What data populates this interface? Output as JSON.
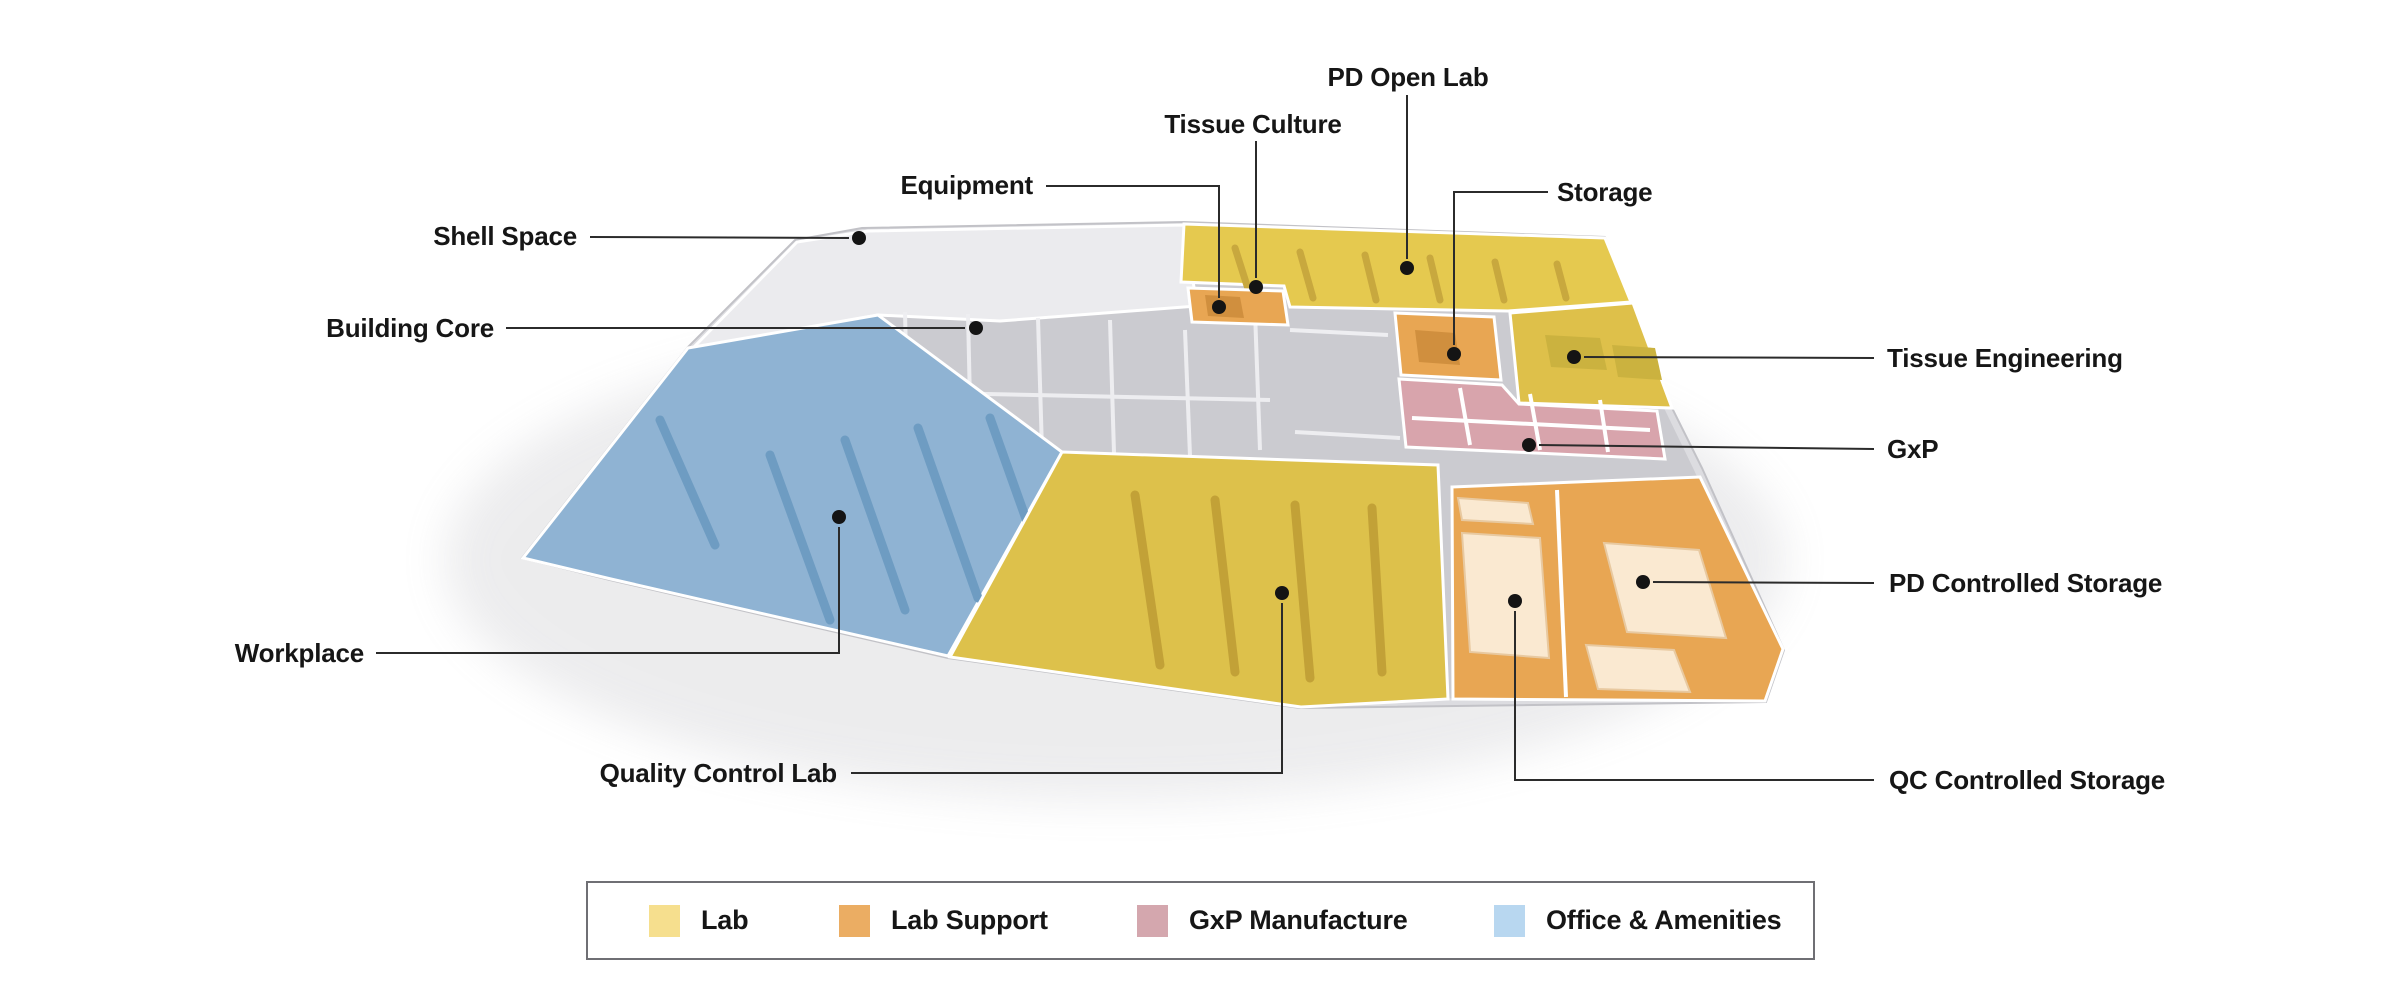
{
  "figure": {
    "type": "isometric lab floor plan diagram",
    "background": "#FFFFFF"
  },
  "labels": {
    "shell_space": {
      "text": "Shell Space"
    },
    "building_core": {
      "text": "Building Core"
    },
    "equipment": {
      "text": "Equipment"
    },
    "tissue_culture": {
      "text": "Tissue Culture"
    },
    "pd_open_lab": {
      "text": "PD Open Lab"
    },
    "storage": {
      "text": "Storage"
    },
    "tissue_engineering": {
      "text": "Tissue Engineering"
    },
    "gxp": {
      "text": "GxP"
    },
    "pd_controlled_storage": {
      "text": "PD Controlled Storage"
    },
    "qc_controlled_storage": {
      "text": "QC Controlled Storage"
    },
    "workplace": {
      "text": "Workplace"
    },
    "quality_control_lab": {
      "text": "Quality Control Lab"
    }
  },
  "zones": {
    "deck": {
      "name": "building slab",
      "color": "#DCDCE0"
    },
    "floor": {
      "name": "interior floor",
      "color": "#CBCBD0"
    },
    "shell_space": {
      "name": "Shell Space",
      "color": "#EBEBEE"
    },
    "pd_open_lab": {
      "name": "PD Open Lab",
      "color": "#E5C94F"
    },
    "equipment": {
      "name": "Equipment",
      "color": "#E8A653"
    },
    "storage": {
      "name": "Storage",
      "color": "#E8A653"
    },
    "tissue_engineering": {
      "name": "Tissue Engineering",
      "color": "#DEC04A"
    },
    "gxp": {
      "name": "GxP",
      "color": "#D8A4AC"
    },
    "workplace": {
      "name": "Workplace",
      "color": "#8FB3D3"
    },
    "quality_control_lab": {
      "name": "Quality Control Lab",
      "color": "#DDC14B"
    },
    "controlled_storage": {
      "name": "PD / QC Controlled Storage",
      "color": "#E8A653"
    },
    "cold_room": {
      "name": "controlled storage room",
      "color": "#FAE9D1"
    }
  },
  "legend": {
    "items": [
      {
        "label": "Lab",
        "color": "#F6DF8E"
      },
      {
        "label": "Lab Support",
        "color": "#EBAD63"
      },
      {
        "label": "GxP Manufacture",
        "color": "#D4A7AE"
      },
      {
        "label": "Office & Amenities",
        "color": "#B8D7F0"
      }
    ]
  }
}
